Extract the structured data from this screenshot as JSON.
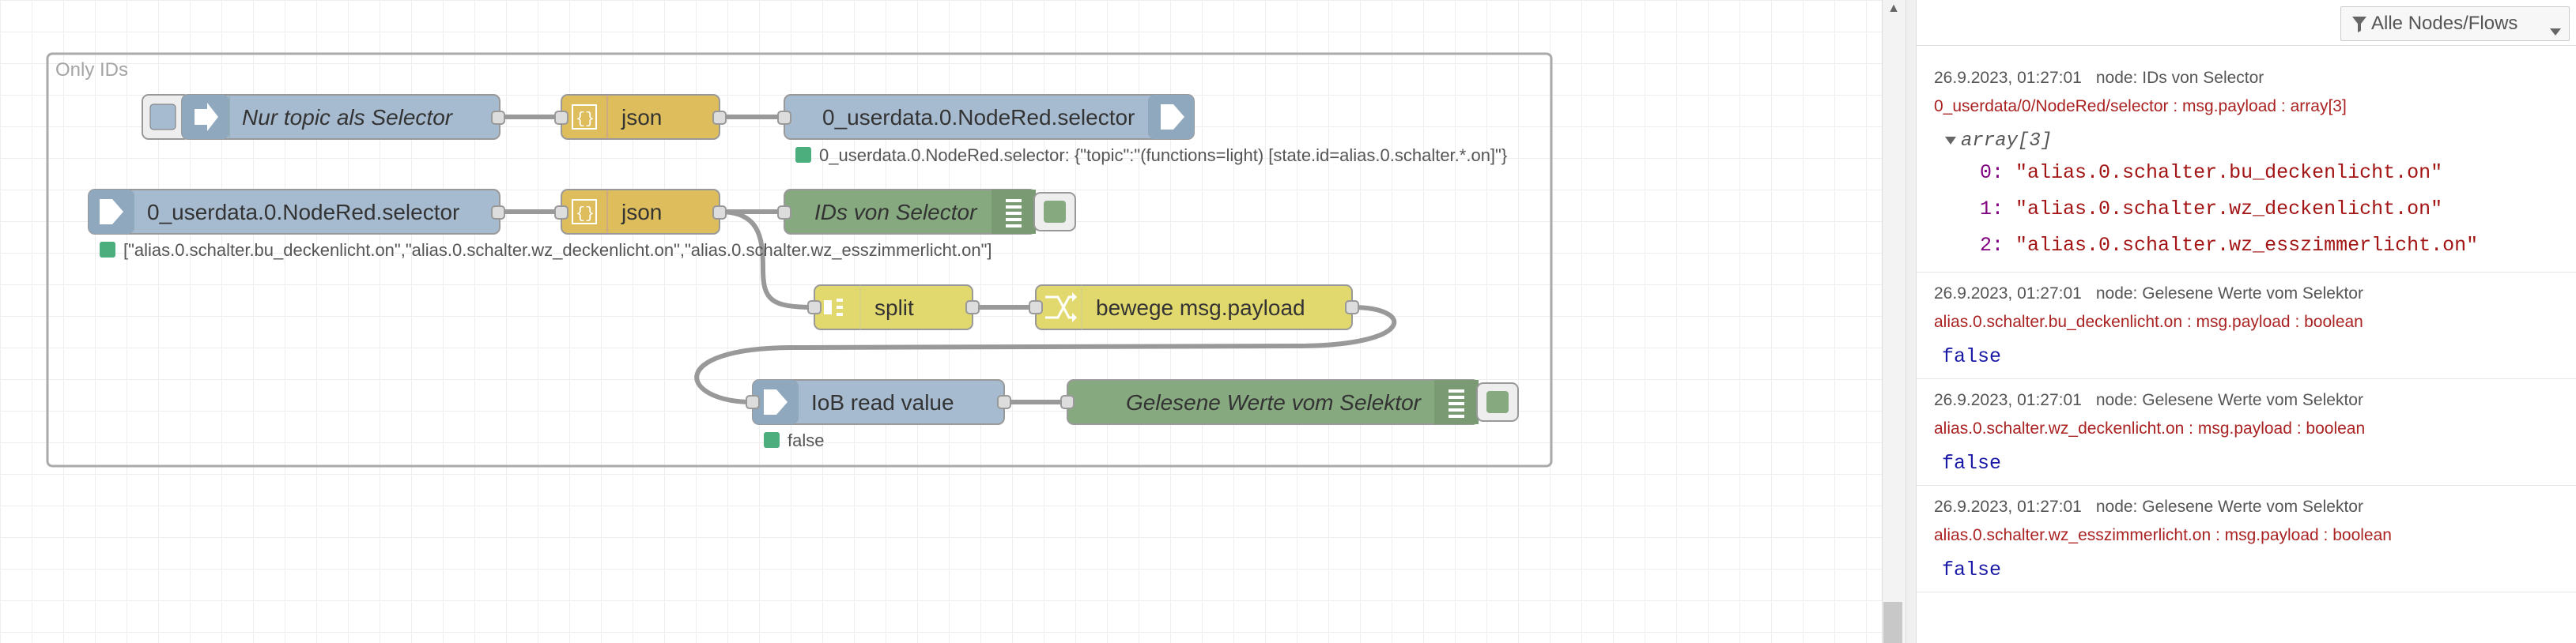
{
  "workspace": {
    "group": {
      "label": "Only IDs"
    },
    "nodes": {
      "inject_topic": {
        "label": "Nur topic als Selector"
      },
      "json1": {
        "label": "json"
      },
      "out_selector": {
        "label": "0_userdata.0.NodeRed.selector",
        "status": "0_userdata.0.NodeRed.selector: {\"topic\":\"(functions=light) [state.id=alias.0.schalter.*.on]\"}"
      },
      "in_selector": {
        "label": "0_userdata.0.NodeRed.selector",
        "status": "[\"alias.0.schalter.bu_deckenlicht.on\",\"alias.0.schalter.wz_deckenlicht.on\",\"alias.0.schalter.wz_esszimmerlicht.on\"]"
      },
      "json2": {
        "label": "json"
      },
      "debug_ids": {
        "label": "IDs von Selector"
      },
      "split": {
        "label": "split"
      },
      "change": {
        "label": "bewege msg.payload"
      },
      "read_value": {
        "label": "IoB read value",
        "status": "false"
      },
      "debug_values": {
        "label": "Gelesene Werte vom Selektor"
      }
    },
    "colors": {
      "inject": "#a6bbcf",
      "json": "#debd5c",
      "ioBroker": "#a6bbcf",
      "debug": "#87a980",
      "split": "#e2d96e",
      "change": "#e2d96e",
      "status_dot": "#4cae7d"
    }
  },
  "sidebar": {
    "filter": {
      "label": "Alle Nodes/Flows",
      "icon": "filter-icon"
    },
    "messages": [
      {
        "date": "26.9.2023, 01:27:01",
        "node": "node: IDs von Selector",
        "topic": "0_userdata/0/NodeRed/selector : msg.payload : array[3]",
        "array_head": "array[3]",
        "items": [
          {
            "idx": "0:",
            "val": "\"alias.0.schalter.bu_deckenlicht.on\""
          },
          {
            "idx": "1:",
            "val": "\"alias.0.schalter.wz_deckenlicht.on\""
          },
          {
            "idx": "2:",
            "val": "\"alias.0.schalter.wz_esszimmerlicht.on\""
          }
        ]
      },
      {
        "date": "26.9.2023, 01:27:01",
        "node": "node: Gelesene Werte vom Selektor",
        "topic": "alias.0.schalter.bu_deckenlicht.on : msg.payload : boolean",
        "value": "false"
      },
      {
        "date": "26.9.2023, 01:27:01",
        "node": "node: Gelesene Werte vom Selektor",
        "topic": "alias.0.schalter.wz_deckenlicht.on : msg.payload : boolean",
        "value": "false"
      },
      {
        "date": "26.9.2023, 01:27:01",
        "node": "node: Gelesene Werte vom Selektor",
        "topic": "alias.0.schalter.wz_esszimmerlicht.on : msg.payload : boolean",
        "value": "false"
      }
    ]
  }
}
